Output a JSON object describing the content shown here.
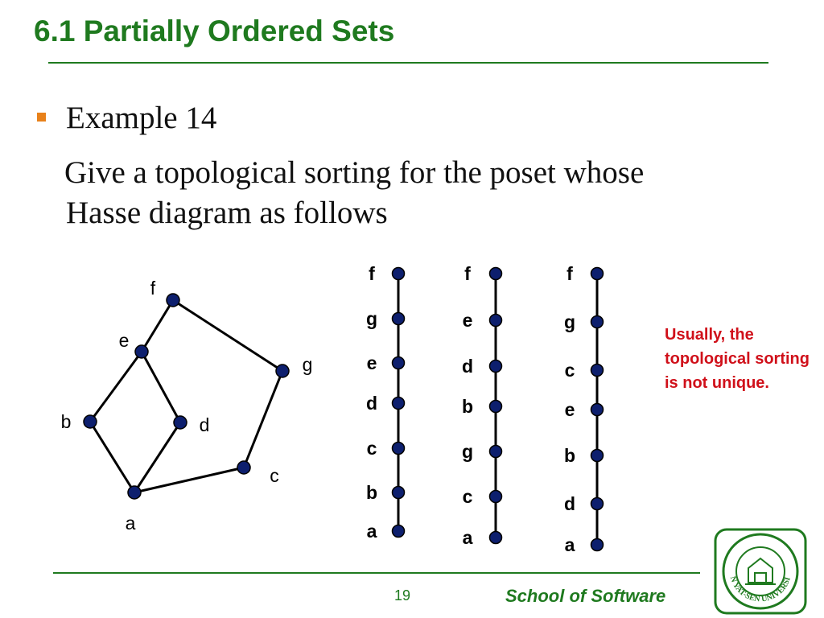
{
  "slide": {
    "title": "6.1 Partially Ordered Sets",
    "example_title": "Example 14",
    "body_line_1": "Give a topological sorting for the poset whose",
    "body_line_2": "Hasse diagram as follows",
    "note": "Usually, the topological sorting is not unique.",
    "page_number": "19",
    "footer": "School of Software",
    "logo_label": "SUN YAT-SEN UNIVERSITY"
  },
  "hasse": {
    "nodes": [
      {
        "id": "a",
        "label": "a"
      },
      {
        "id": "b",
        "label": "b"
      },
      {
        "id": "c",
        "label": "c"
      },
      {
        "id": "d",
        "label": "d"
      },
      {
        "id": "e",
        "label": "e"
      },
      {
        "id": "f",
        "label": "f"
      },
      {
        "id": "g",
        "label": "g"
      }
    ],
    "edges": [
      [
        "a",
        "b"
      ],
      [
        "a",
        "d"
      ],
      [
        "a",
        "c"
      ],
      [
        "b",
        "e"
      ],
      [
        "d",
        "e"
      ],
      [
        "e",
        "f"
      ],
      [
        "c",
        "g"
      ],
      [
        "g",
        "f"
      ]
    ]
  },
  "sortings": [
    [
      "f",
      "g",
      "e",
      "d",
      "c",
      "b",
      "a"
    ],
    [
      "f",
      "e",
      "d",
      "b",
      "g",
      "c",
      "a"
    ],
    [
      "f",
      "g",
      "c",
      "e",
      "b",
      "d",
      "a"
    ]
  ],
  "colors": {
    "title_green": "#1f7a1f",
    "bullet_orange": "#e8811a",
    "note_red": "#d0101a",
    "node_fill": "#0d1f6e"
  }
}
